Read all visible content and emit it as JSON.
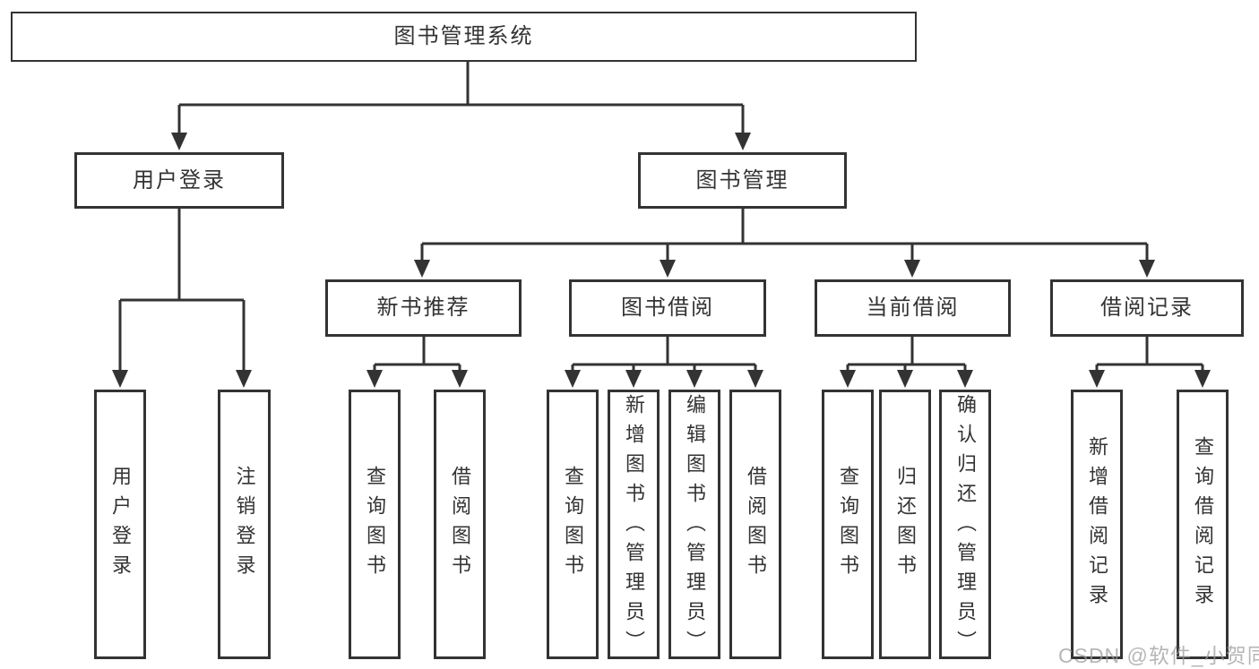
{
  "colors": {
    "line": "#333333",
    "text": "#333333",
    "box_background": "#ffffff",
    "watermark": "#9b9b9b",
    "background": "#ffffff"
  },
  "watermark": {
    "text": "CSDN @软件_小贺同学"
  },
  "tree": {
    "root": {
      "label": "图书管理系统"
    },
    "branches": [
      {
        "label": "用户登录",
        "children": [
          {
            "label": "用户登录"
          },
          {
            "label": "注销登录"
          }
        ]
      },
      {
        "label": "图书管理",
        "children": [
          {
            "label": "新书推荐",
            "children": [
              {
                "label": "查询图书"
              },
              {
                "label": "借阅图书"
              }
            ]
          },
          {
            "label": "图书借阅",
            "children": [
              {
                "label": "查询图书"
              },
              {
                "label": "新增图书（管理员）"
              },
              {
                "label": "编辑图书（管理员）"
              },
              {
                "label": "借阅图书"
              }
            ]
          },
          {
            "label": "当前借阅",
            "children": [
              {
                "label": "查询图书"
              },
              {
                "label": "归还图书"
              },
              {
                "label": "确认归还（管理员）"
              }
            ]
          },
          {
            "label": "借阅记录",
            "children": [
              {
                "label": "新增借阅记录"
              },
              {
                "label": "查询借阅记录"
              }
            ]
          }
        ]
      }
    ]
  }
}
